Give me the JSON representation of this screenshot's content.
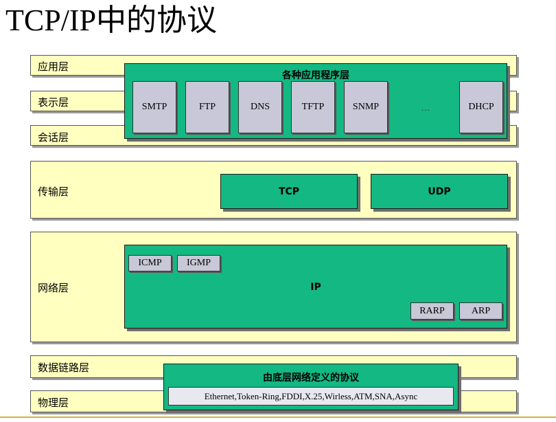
{
  "title": "TCP/IP中的协议",
  "layers": {
    "application": "应用层",
    "presentation": "表示层",
    "session": "会话层",
    "transport": "传输层",
    "network": "网络层",
    "datalink": "数据链路层",
    "physical": "物理层"
  },
  "app_block": {
    "title": "各种应用程序层",
    "protocols": [
      "SMTP",
      "FTP",
      "DNS",
      "TFTP",
      "SNMP",
      "…",
      "DHCP"
    ]
  },
  "transport_block": {
    "tcp": "TCP",
    "udp": "UDP"
  },
  "network_block": {
    "ip": "IP",
    "icmp": "ICMP",
    "igmp": "IGMP",
    "rarp": "RARP",
    "arp": "ARP"
  },
  "lower_block": {
    "title": "由底层网络定义的协议",
    "protocols": "Ethernet,Token-Ring,FDDI,X.25,Wirless,ATM,SNA,Async"
  },
  "colors": {
    "layer_fill": "#ffffc0",
    "block_fill": "#14b882",
    "protocol_fill": "#c8c8d8",
    "footer_line": "#c8b43c"
  }
}
